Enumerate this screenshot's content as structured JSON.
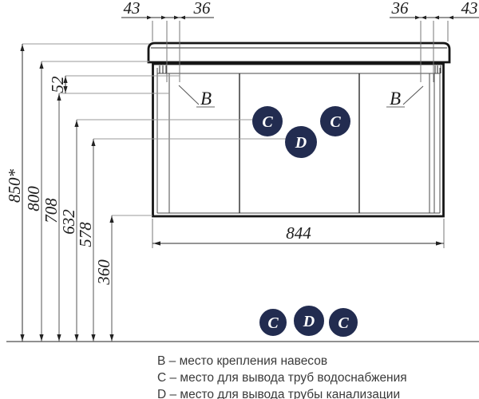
{
  "dims": {
    "top_left_43": "43",
    "top_left_36": "36",
    "top_right_36": "36",
    "top_right_43": "43",
    "height_total": "850*",
    "height_800": "800",
    "height_708": "708",
    "height_632": "632",
    "height_578": "578",
    "height_360": "360",
    "hinge_52": "52",
    "width_844": "844"
  },
  "markers": {
    "hinge": "B",
    "water": "C",
    "drain": "D"
  },
  "legend": {
    "b": "B – место крепления навесов",
    "c": "C – место для вывода труб водоснабжения",
    "d": "D – место для вывода трубы канализации"
  },
  "colors": {
    "marker_fill": "#222c50",
    "marker_text": "#ffffff",
    "line_dark": "#1a1a1a",
    "line_gray": "#999999"
  }
}
